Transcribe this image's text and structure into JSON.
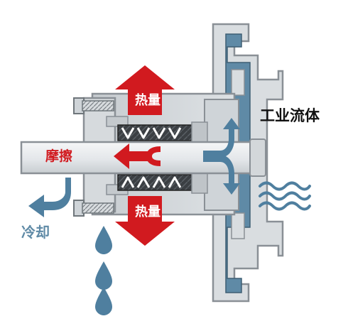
{
  "labels": {
    "heat_top": "热量",
    "heat_bottom": "热量",
    "friction": "摩擦",
    "industrial_fluid": "工业流体",
    "cooling": "冷却"
  },
  "colors": {
    "heat_red": "#d11a1f",
    "friction_text": "#d11a1f",
    "flow_blue": "#4f7f9f",
    "fluid_fill": "#5f8aa6",
    "housing_gray": "#cfd4d8",
    "outline_gray": "#8a9096",
    "packing_dark": "#3a3d40",
    "shaft_light": "#e8eaec"
  },
  "icons": {
    "heat_arrows": "arrow-up / arrow-down",
    "friction_arrow": "arrow-left",
    "flow_arrows": "branching-arrows",
    "cooling_arrow": "hook-arrow",
    "droplets": "water-drop",
    "waves": "wave-lines"
  }
}
